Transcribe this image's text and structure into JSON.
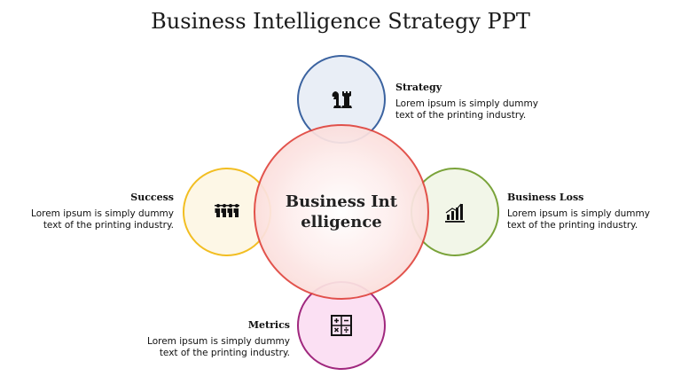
{
  "title": "Business Intelligence Strategy PPT",
  "center": {
    "label": "Business Intelligence"
  },
  "nodes": {
    "strategy": {
      "heading": "Strategy",
      "text": "Lorem ipsum is simply dummy text of the printing industry.",
      "icon": "chess-icon",
      "color": "#3b63a0"
    },
    "business_loss": {
      "heading": "Business Loss",
      "text": "Lorem ipsum is simply dummy text of the printing industry.",
      "icon": "bar-chart-icon",
      "color": "#7aa33a"
    },
    "success": {
      "heading": "Success",
      "text": "Lorem ipsum is simply dummy text of the printing industry.",
      "icon": "team-icon",
      "color": "#f2be22"
    },
    "metrics": {
      "heading": "Metrics",
      "text": "Lorem ipsum is simply dummy text of the printing industry.",
      "icon": "calculator-icon",
      "color": "#a0287e"
    }
  },
  "colors": {
    "center_border": "#e0463f"
  }
}
